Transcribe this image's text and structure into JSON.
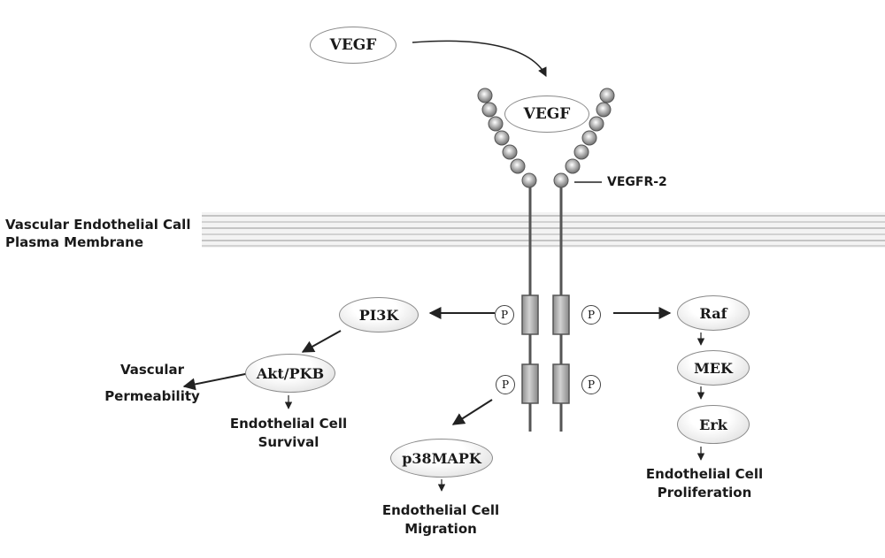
{
  "nodes": {
    "vegf_free": "VEGF",
    "vegf_bound": "VEGF",
    "pi3k": "PI3K",
    "akt": "Akt/PKB",
    "p38": "p38MAPK",
    "raf": "Raf",
    "mek": "MEK",
    "erk": "Erk"
  },
  "phospho_label": "P",
  "receptor_label": "VEGFR-2",
  "membrane_label": {
    "line1": "Vascular Endothelial Call",
    "line2": "Plasma Membrane"
  },
  "outcomes": {
    "permeability": {
      "line1": "Vascular",
      "line2": "Permeability"
    },
    "survival": {
      "line1": "Endothelial Cell",
      "line2": "Survival"
    },
    "migration": {
      "line1": "Endothelial Cell",
      "line2": "Migration"
    },
    "proliferation": {
      "line1": "Endothelial Cell",
      "line2": "Proliferation"
    }
  }
}
